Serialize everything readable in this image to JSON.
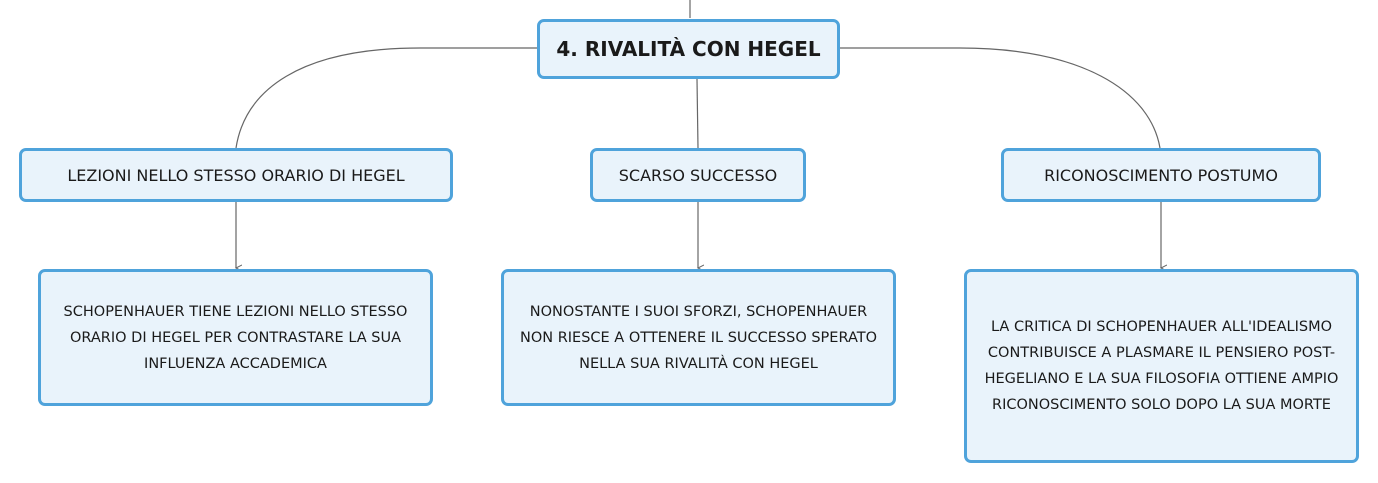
{
  "root": {
    "label": "4. RIVALITÀ CON HEGEL"
  },
  "topics": [
    {
      "label": "LEZIONI NELLO STESSO ORARIO DI HEGEL"
    },
    {
      "label": "SCARSO SUCCESSO"
    },
    {
      "label": "RICONOSCIMENTO POSTUMO"
    }
  ],
  "details": [
    {
      "text": "SCHOPENHAUER TIENE LEZIONI NELLO STESSO ORARIO DI HEGEL PER CONTRASTARE LA SUA INFLUENZA ACCADEMICA"
    },
    {
      "text": "NONOSTANTE I SUOI SFORZI, SCHOPENHAUER NON RIESCE A OTTENERE IL SUCCESSO SPERATO NELLA SUA RIVALITÀ CON HEGEL"
    },
    {
      "text": "LA CRITICA DI SCHOPENHAUER ALL'IDEALISMO CONTRIBUISCE A PLASMARE IL PENSIERO POST-HEGELIANO E LA SUA FILOSOFIA OTTIENE AMPIO RICONOSCIMENTO SOLO DOPO LA SUA MORTE"
    }
  ],
  "colors": {
    "node_fill": "#e9f3fb",
    "node_border": "#4fa3db",
    "connector": "#666666"
  }
}
